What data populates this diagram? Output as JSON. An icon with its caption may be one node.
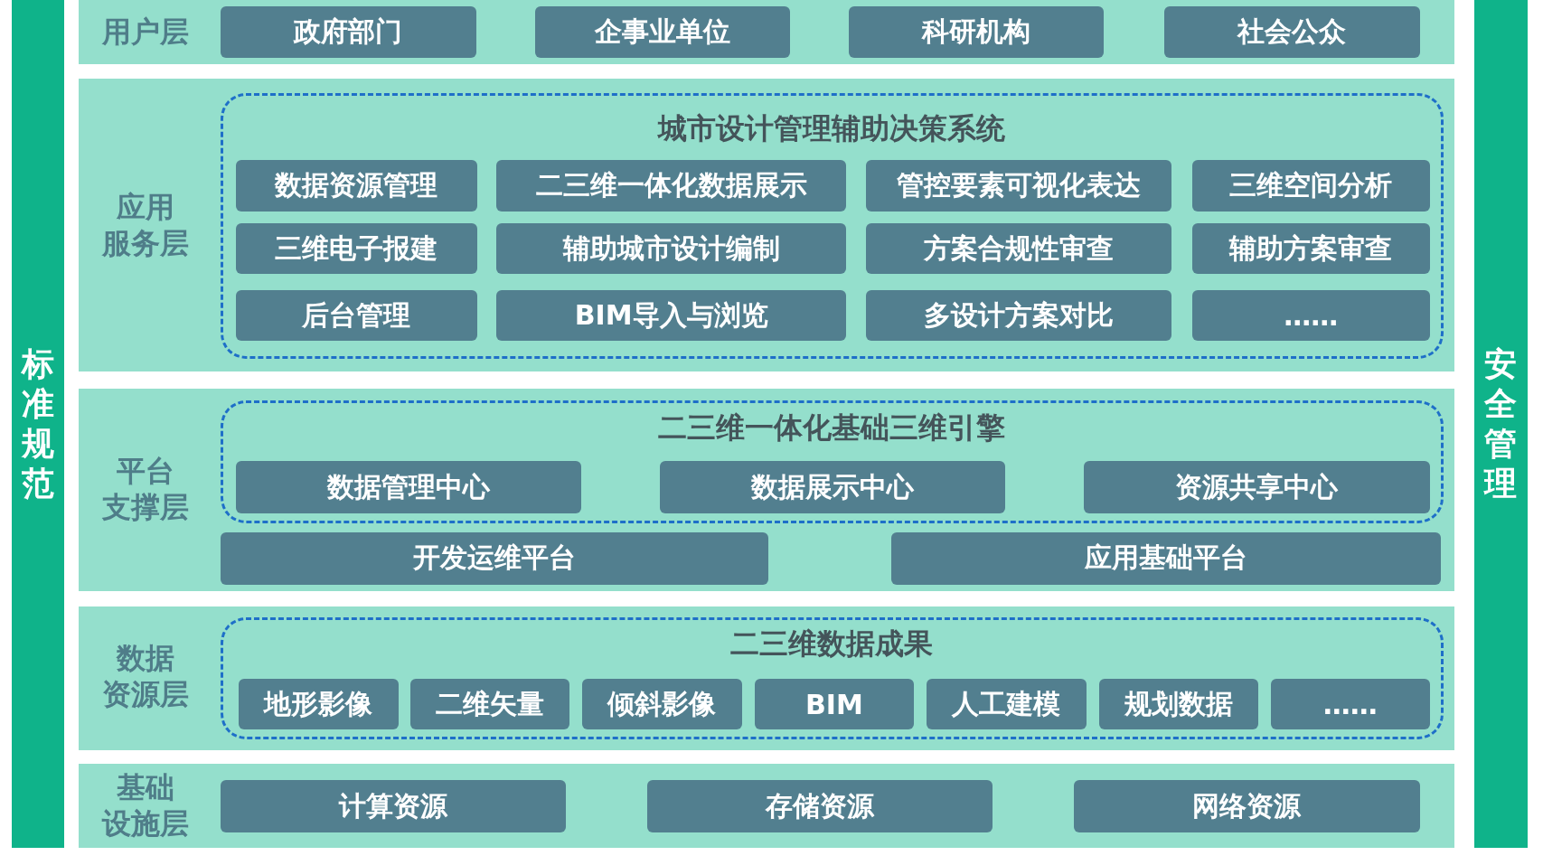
{
  "diagram": {
    "nodes": [
      {
        "text": [
          "标准规范"
        ]
      },
      {
        "text": [
          "安全管理"
        ]
      },
      {
        "text": [
          "用户层"
        ]
      },
      {
        "text": [
          "政府部门"
        ],
        "in": 2
      },
      {
        "text": [
          "企事业单位"
        ],
        "in": 2
      },
      {
        "text": [
          "科研机构"
        ],
        "in": 2
      },
      {
        "text": [
          "社会公众"
        ],
        "in": 2
      },
      {
        "text": [
          "应用服务层"
        ]
      },
      {
        "text": [
          "城市设计管理辅助决策系统"
        ],
        "in": 7
      },
      {
        "text": [
          "数据资源管理"
        ],
        "in": 8
      },
      {
        "text": [
          "二三维一体化数据展示"
        ],
        "in": 8
      },
      {
        "text": [
          "管控要素可视化表达"
        ],
        "in": 8
      },
      {
        "text": [
          "三维空间分析"
        ],
        "in": 8
      },
      {
        "text": [
          "三维电子报建"
        ],
        "in": 8
      },
      {
        "text": [
          "辅助城市设计编制"
        ],
        "in": 8
      },
      {
        "text": [
          "方案合规性审查"
        ],
        "in": 8
      },
      {
        "text": [
          "辅助方案审查"
        ],
        "in": 8
      },
      {
        "text": [
          "后台管理"
        ],
        "in": 8
      },
      {
        "text": [
          "BIM导入与浏览"
        ],
        "in": 8
      },
      {
        "text": [
          "多设计方案对比"
        ],
        "in": 8
      },
      {
        "text": [
          "……"
        ],
        "in": 8
      },
      {
        "text": [
          "平台支撑层"
        ]
      },
      {
        "text": [
          "二三维一体化基础三维引擎"
        ],
        "in": 21
      },
      {
        "text": [
          "数据管理中心"
        ],
        "in": 22
      },
      {
        "text": [
          "数据展示中心"
        ],
        "in": 22
      },
      {
        "text": [
          "资源共享中心"
        ],
        "in": 22
      },
      {
        "text": [
          "开发运维平台"
        ],
        "in": 21
      },
      {
        "text": [
          "应用基础平台"
        ],
        "in": 21
      },
      {
        "text": [
          "数据资源层"
        ]
      },
      {
        "text": [
          "二三维数据成果"
        ],
        "in": 28
      },
      {
        "text": [
          "地形影像"
        ],
        "in": 29
      },
      {
        "text": [
          "二维矢量"
        ],
        "in": 29
      },
      {
        "text": [
          "倾斜影像"
        ],
        "in": 29
      },
      {
        "text": [
          "BIM"
        ],
        "in": 29
      },
      {
        "text": [
          "人工建模"
        ],
        "in": 29
      },
      {
        "text": [
          "规划数据"
        ],
        "in": 29
      },
      {
        "text": [
          "……"
        ],
        "in": 29
      },
      {
        "text": [
          "基础设施层"
        ]
      },
      {
        "text": [
          "计算资源"
        ],
        "in": 37
      },
      {
        "text": [
          "存储资源"
        ],
        "in": 37
      },
      {
        "text": [
          "网络资源"
        ],
        "in": 37
      }
    ],
    "edges": []
  }
}
